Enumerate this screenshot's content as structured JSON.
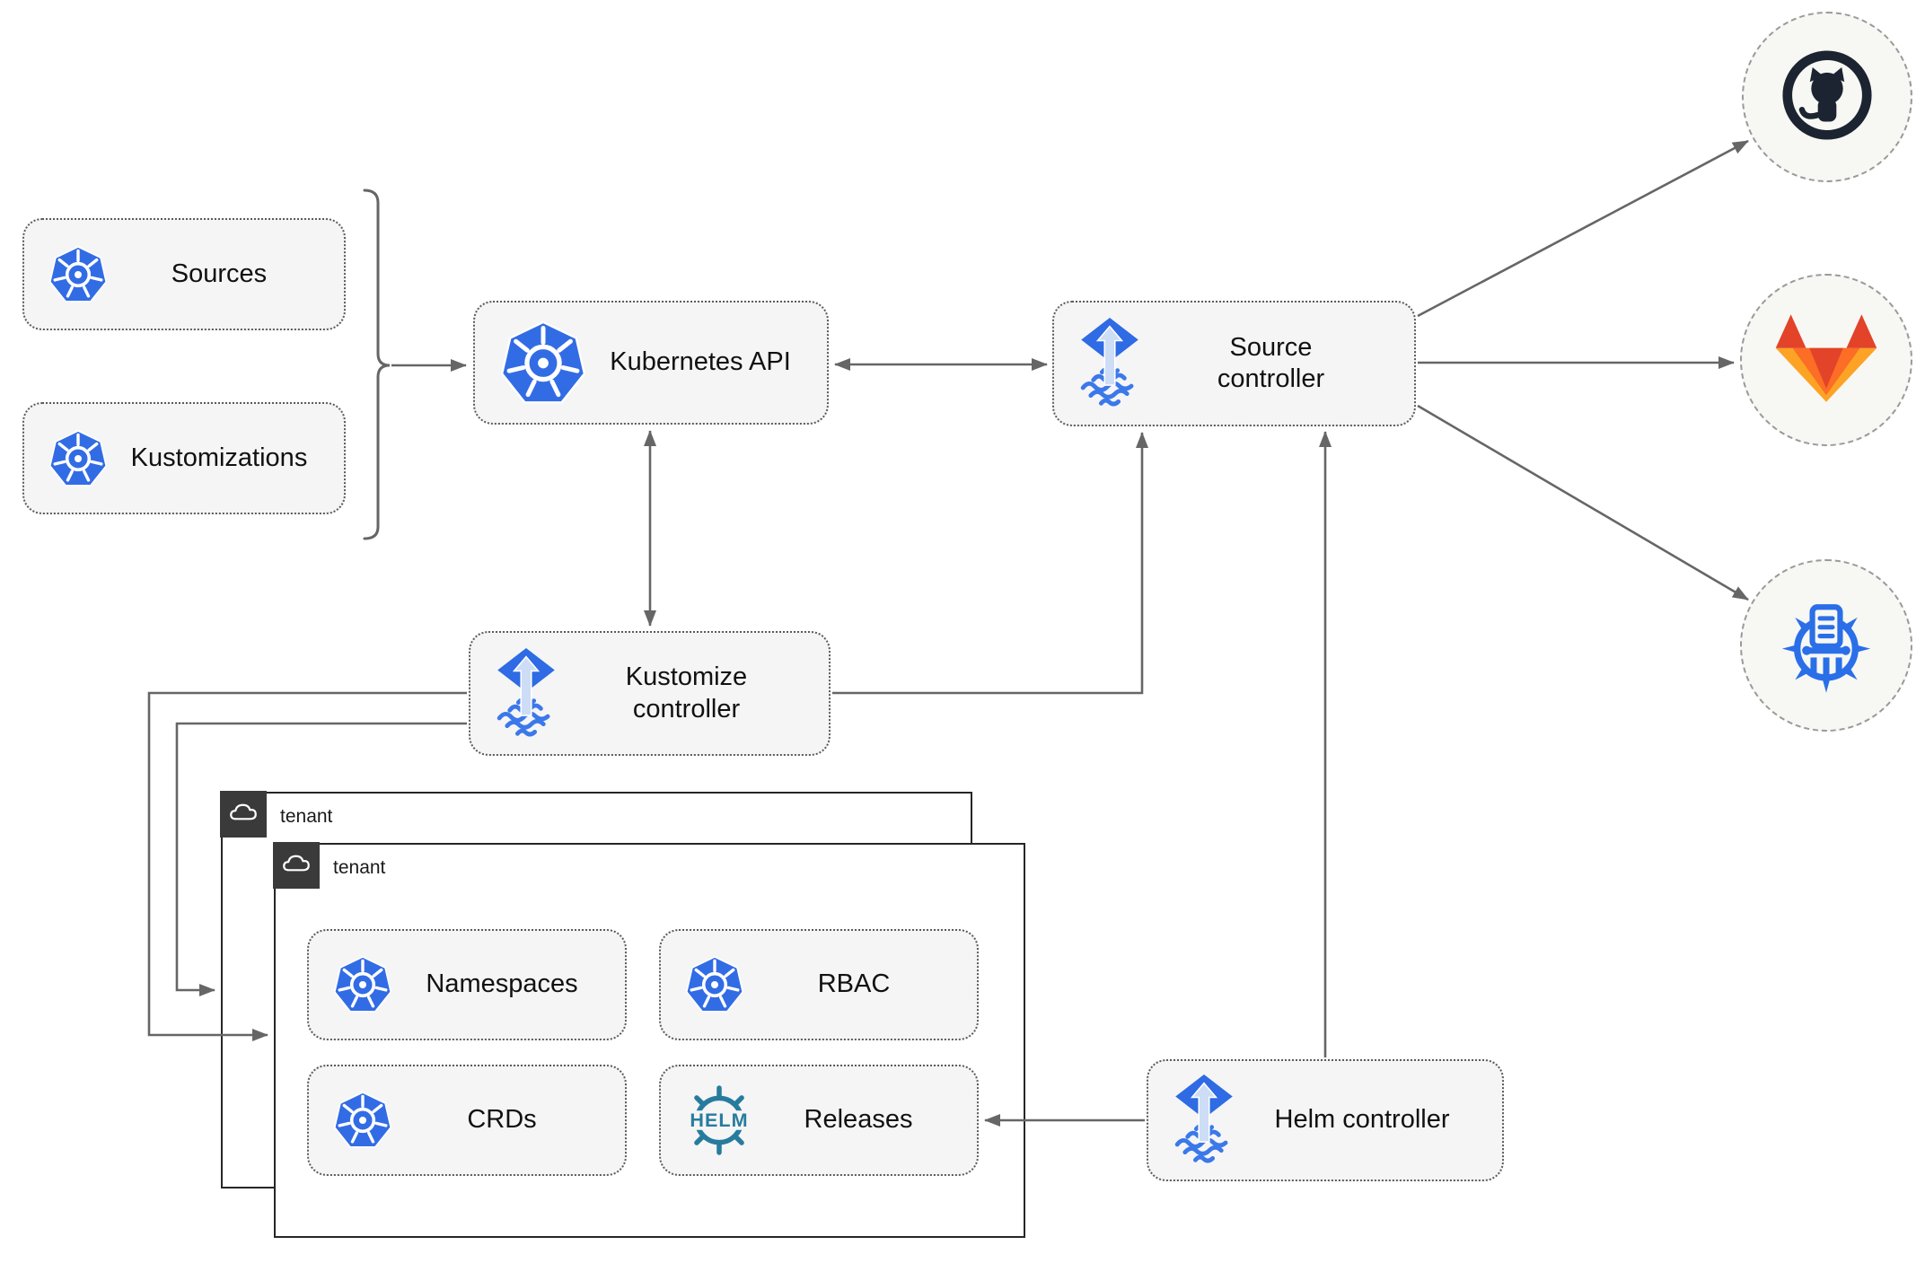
{
  "diagram": {
    "nodes": {
      "sources": {
        "label": "Sources",
        "icon": "kubernetes-icon"
      },
      "kustomizations": {
        "label": "Kustomizations",
        "icon": "kubernetes-icon"
      },
      "kubernetes_api": {
        "label": "Kubernetes API",
        "icon": "kubernetes-icon"
      },
      "source_controller": {
        "label": "Source controller",
        "icon": "flux-icon"
      },
      "kustomize_controller": {
        "label": "Kustomize controller",
        "icon": "flux-icon"
      },
      "helm_controller": {
        "label": "Helm controller",
        "icon": "flux-icon"
      },
      "namespaces": {
        "label": "Namespaces",
        "icon": "kubernetes-icon"
      },
      "rbac": {
        "label": "RBAC",
        "icon": "kubernetes-icon"
      },
      "crds": {
        "label": "CRDs",
        "icon": "kubernetes-icon"
      },
      "releases": {
        "label": "Releases",
        "icon": "helm-icon"
      }
    },
    "tenants": {
      "back": {
        "label": "tenant",
        "icon": "cloud-icon"
      },
      "front": {
        "label": "tenant",
        "icon": "cloud-icon"
      }
    },
    "endpoints": {
      "github": {
        "icon": "github-icon"
      },
      "gitlab": {
        "icon": "gitlab-icon"
      },
      "registry": {
        "icon": "chart-registry-icon"
      }
    },
    "colors": {
      "kubernetes_blue": "#326ce5",
      "flux_blue": "#2e6be4",
      "flux_light": "#cdddf6",
      "flux_wave": "#3b78ea",
      "helm_teal": "#277c9e",
      "github_dark": "#1b2430",
      "gitlab_red": "#e24329",
      "gitlab_orange": "#fc6d26",
      "gitlab_amber": "#fca326",
      "registry_blue": "#2a6fe8",
      "arrow_gray": "#666666",
      "node_fill": "#f5f5f5",
      "node_border": "#5b5b5b",
      "tenant_border": "#262626",
      "badge_bg": "#3a3a3a",
      "circle_fill": "#f7f7f4",
      "circle_border": "#9a9a9a",
      "label_color": "#111111"
    }
  }
}
